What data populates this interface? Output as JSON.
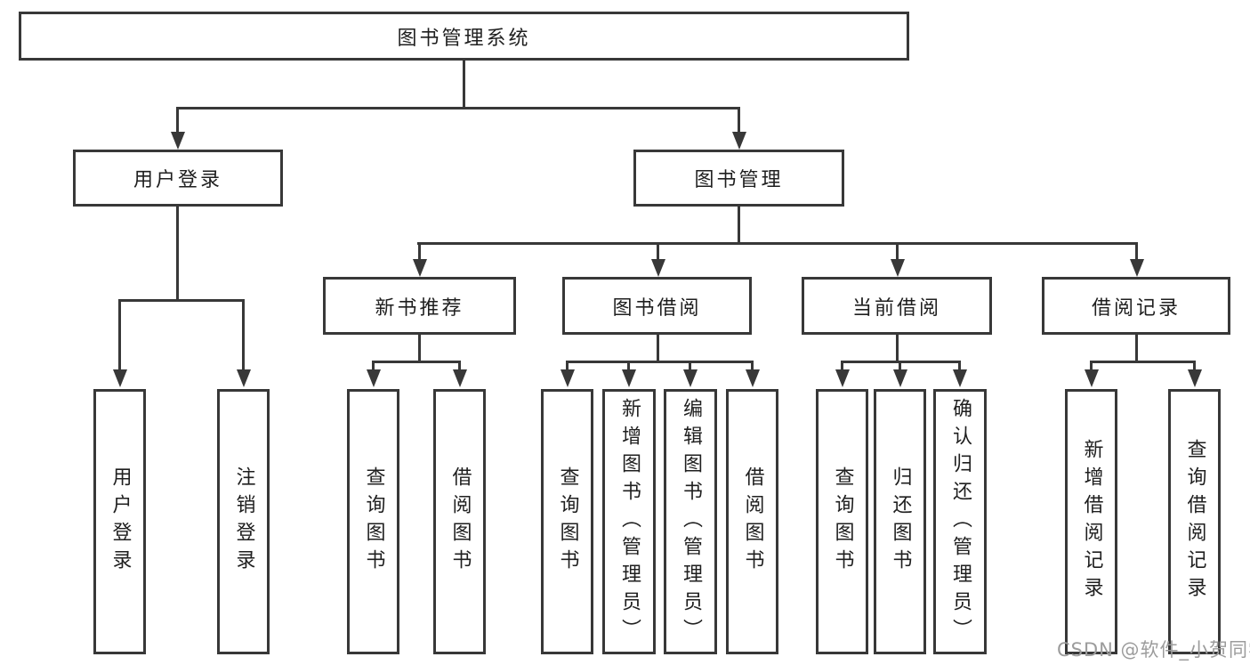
{
  "tree": {
    "root": "图书管理系统",
    "children": [
      {
        "label": "用户登录",
        "children": [
          {
            "label": "用户登录"
          },
          {
            "label": "注销登录"
          }
        ]
      },
      {
        "label": "图书管理",
        "children": [
          {
            "label": "新书推荐",
            "children": [
              {
                "label": "查询图书"
              },
              {
                "label": "借阅图书"
              }
            ]
          },
          {
            "label": "图书借阅",
            "children": [
              {
                "label": "查询图书"
              },
              {
                "label": "新增图书（管理员）"
              },
              {
                "label": "编辑图书（管理员）"
              },
              {
                "label": "借阅图书"
              }
            ]
          },
          {
            "label": "当前借阅",
            "children": [
              {
                "label": "查询图书"
              },
              {
                "label": "归还图书"
              },
              {
                "label": "确认归还（管理员）"
              }
            ]
          },
          {
            "label": "借阅记录",
            "children": [
              {
                "label": "新增借阅记录"
              },
              {
                "label": "查询借阅记录"
              }
            ]
          }
        ]
      }
    ]
  },
  "watermark": "CSDN @软件_小贺同学",
  "colors": {
    "line": "#383838",
    "text": "#1f1f1f",
    "watermark": "#9c9c9c",
    "background": "#ffffff"
  }
}
